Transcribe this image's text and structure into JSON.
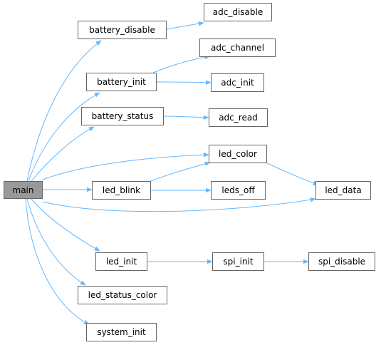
{
  "colors": {
    "edge": "#63b8ff",
    "node_border": "#666666",
    "root_fill": "#999999",
    "node_fill": "#ffffff"
  },
  "nodes": {
    "main": "main",
    "battery_disable": "battery_disable",
    "adc_disable": "adc_disable",
    "battery_init": "battery_init",
    "adc_channel": "adc_channel",
    "adc_init": "adc_init",
    "battery_status": "battery_status",
    "adc_read": "adc_read",
    "led_color": "led_color",
    "led_blink": "led_blink",
    "leds_off": "leds_off",
    "led_data": "led_data",
    "led_init": "led_init",
    "spi_init": "spi_init",
    "spi_disable": "spi_disable",
    "led_status_color": "led_status_color",
    "system_init": "system_init"
  },
  "edges": [
    [
      "main",
      "battery_disable"
    ],
    [
      "main",
      "battery_init"
    ],
    [
      "main",
      "battery_status"
    ],
    [
      "main",
      "led_color"
    ],
    [
      "main",
      "led_blink"
    ],
    [
      "main",
      "led_data"
    ],
    [
      "main",
      "led_init"
    ],
    [
      "main",
      "led_status_color"
    ],
    [
      "main",
      "system_init"
    ],
    [
      "battery_disable",
      "adc_disable"
    ],
    [
      "battery_init",
      "adc_channel"
    ],
    [
      "battery_init",
      "adc_init"
    ],
    [
      "battery_status",
      "adc_read"
    ],
    [
      "led_blink",
      "led_color"
    ],
    [
      "led_blink",
      "leds_off"
    ],
    [
      "led_color",
      "led_data"
    ],
    [
      "led_init",
      "spi_init"
    ],
    [
      "spi_init",
      "spi_disable"
    ]
  ]
}
